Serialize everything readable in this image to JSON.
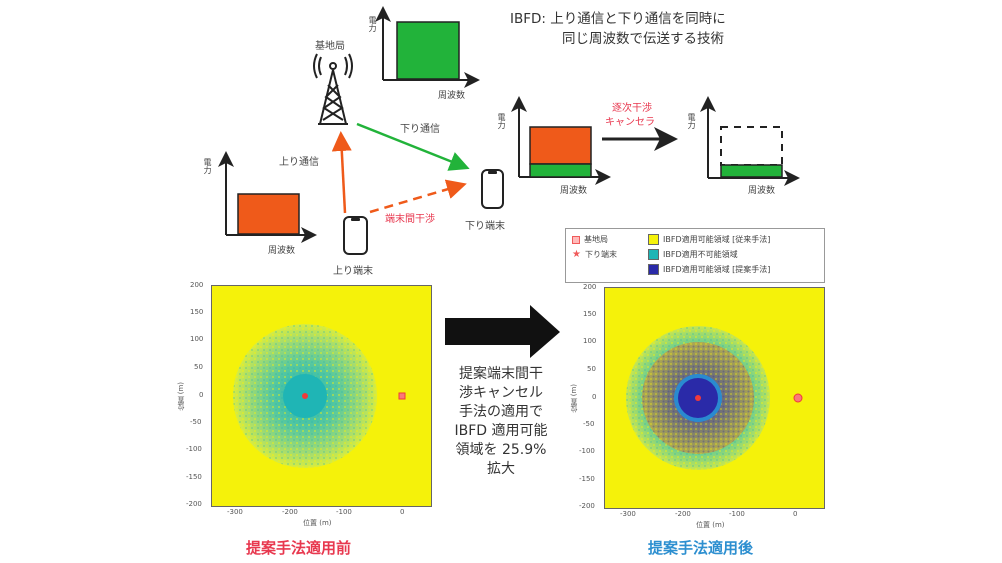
{
  "header": {
    "title_line1": "IBFD: 上り通信と下り通信を同時に",
    "title_line2": "同じ周波数で伝送する技術"
  },
  "diagram": {
    "base_station_label": "基地局",
    "downlink_label": "下り通信",
    "uplink_label": "上り通信",
    "interference_label": "端末間干渉",
    "uplink_terminal_label": "上り端末",
    "downlink_terminal_label": "下り端末",
    "sic_label_line1": "逐次干渉",
    "sic_label_line2": "キャンセラ",
    "axis_y_label": "電力",
    "axis_x_label": "周波数",
    "colors": {
      "downlink": "#22b33a",
      "uplink": "#ef5a1a",
      "interference_text": "#e8384f"
    }
  },
  "legend": {
    "items": [
      {
        "symbol": "square-marker",
        "label": "基地局",
        "color": "#f05a5a"
      },
      {
        "symbol": "star-marker",
        "label": "下り端末",
        "color": "#f05a5a"
      },
      {
        "symbol": "swatch",
        "label": "IBFD適用可能領域 [従来手法]",
        "color": "#f5f20a"
      },
      {
        "symbol": "swatch",
        "label": "IBFD適用不可能領域",
        "color": "#1fb5b5"
      },
      {
        "symbol": "swatch",
        "label": "IBFD適用可能領域 [提案手法]",
        "color": "#2a2aa8"
      }
    ]
  },
  "middle": {
    "lines": [
      "提案端末間干",
      "渉キャンセル",
      "手法の適用で",
      "IBFD 適用可能",
      "領域を 25.9%",
      "拡大"
    ]
  },
  "captions": {
    "before": "提案手法適用前",
    "after": "提案手法適用後"
  },
  "chart_data": [
    {
      "type": "heatmap",
      "title": "提案手法適用前",
      "xlabel": "位置 (m)",
      "ylabel": "位置 (m)",
      "xlim": [
        -350,
        50
      ],
      "ylim": [
        -200,
        200
      ],
      "xticks": [
        -300,
        -200,
        -100,
        0
      ],
      "yticks": [
        -200,
        -150,
        -100,
        -50,
        0,
        50,
        100,
        150,
        200
      ],
      "regions": [
        {
          "name": "IBFD適用可能領域 [従来手法]",
          "color": "#f5f20a",
          "extent": "background"
        },
        {
          "name": "IBFD適用不可能領域 (mixed)",
          "color": "#1fb5b5",
          "center": [
            -180,
            0
          ],
          "radius": 130
        },
        {
          "name": "IBFD適用不可能領域 (core)",
          "color": "#1fb5b5",
          "center": [
            -180,
            0
          ],
          "radius": 40
        }
      ],
      "markers": [
        {
          "name": "下り端末",
          "x": -180,
          "y": 0
        },
        {
          "name": "基地局",
          "x": 0,
          "y": 0
        }
      ]
    },
    {
      "type": "heatmap",
      "title": "提案手法適用後",
      "xlabel": "位置 (m)",
      "ylabel": "位置 (m)",
      "xlim": [
        -350,
        50
      ],
      "ylim": [
        -200,
        200
      ],
      "xticks": [
        -300,
        -200,
        -100,
        0
      ],
      "yticks": [
        -200,
        -150,
        -100,
        -50,
        0,
        50,
        100,
        150,
        200
      ],
      "regions": [
        {
          "name": "IBFD適用可能領域 [従来手法]",
          "color": "#f5f20a",
          "extent": "background"
        },
        {
          "name": "IBFD適用不可能領域 (outer ring)",
          "color": "#1fb5b5",
          "center": [
            -180,
            0
          ],
          "radius": 130
        },
        {
          "name": "IBFD適用可能領域 [提案手法] (mixed)",
          "color": "#2a2aa8",
          "center": [
            -180,
            0
          ],
          "radius": 100
        },
        {
          "name": "IBFD適用可能領域 [提案手法] (core)",
          "color": "#2a2aa8",
          "center": [
            -180,
            0
          ],
          "radius": 40
        }
      ],
      "markers": [
        {
          "name": "下り端末",
          "x": -180,
          "y": 0
        },
        {
          "name": "基地局",
          "x": 0,
          "y": 0
        }
      ],
      "annotation": "IBFD適用可能領域を 25.9% 拡大"
    }
  ]
}
